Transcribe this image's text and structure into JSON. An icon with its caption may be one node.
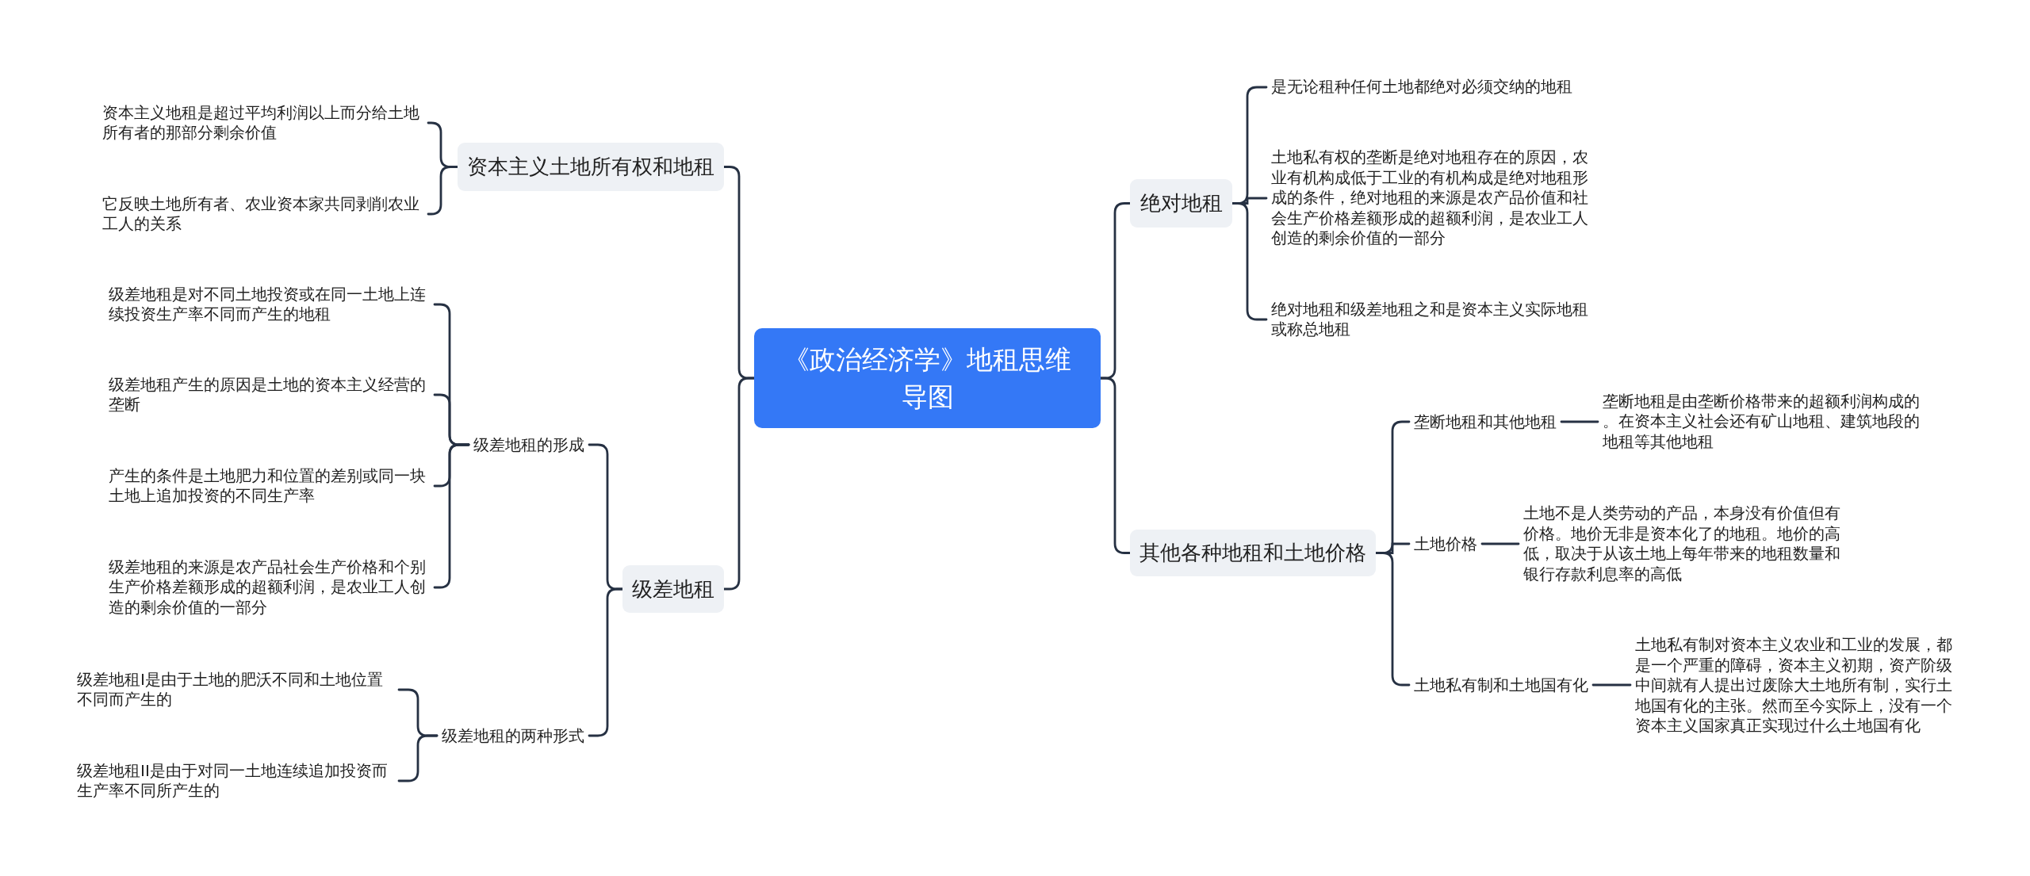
{
  "diagram": {
    "nodes": [
      {
        "text": [
          "《政治经济学》地租思维导图"
        ]
      },
      {
        "text": [
          "资本主义土地所有权和地租"
        ]
      },
      {
        "text": [
          "资本主义地租是超过平均利润以上而分给土地所有者的那部分剩余价值"
        ]
      },
      {
        "text": [
          "它反映土地所有者、农业资本家共同剥削农业工人的关系"
        ]
      },
      {
        "text": [
          "级差地租"
        ]
      },
      {
        "text": [
          "级差地租的形成"
        ]
      },
      {
        "text": [
          "级差地租是对不同土地投资或在同一土地上连续投资生产率不同而产生的地租"
        ]
      },
      {
        "text": [
          "级差地租产生的原因是土地的资本主义经营的垄断"
        ]
      },
      {
        "text": [
          "产生的条件是土地肥力和位置的差别或同一块土地上追加投资的不同生产率"
        ]
      },
      {
        "text": [
          "级差地租的来源是农产品社会生产价格和个别生产价格差额形成的超额利润，是农业工人创造的剩余价值的一部分"
        ]
      },
      {
        "text": [
          "级差地租的两种形式"
        ]
      },
      {
        "text": [
          "级差地租I是由于土地的肥沃不同和土地位置不同而产生的"
        ]
      },
      {
        "text": [
          "级差地租II是由于对同一土地连续追加投资而生产率不同所产生的"
        ]
      },
      {
        "text": [
          "绝对地租"
        ]
      },
      {
        "text": [
          "是无论租种任何土地都绝对必须交纳的地租"
        ]
      },
      {
        "text": [
          "土地私有权的垄断是绝对地租存在的原因，农业有机构成低于工业的有机构成是绝对地租形成的条件，绝对地租的来源是农产品价值和社会生产价格差额形成的超额利润，是农业工人创造的剩余价值的一部分"
        ]
      },
      {
        "text": [
          "绝对地租和级差地租之和是资本主义实际地租或称总地租"
        ]
      },
      {
        "text": [
          "其他各种地租和土地价格"
        ]
      },
      {
        "text": [
          "垄断地租和其他地租"
        ]
      },
      {
        "text": [
          "垄断地租是由垄断价格带来的超额利润构成的。在资本主义社会还有矿山地租、建筑地段的地租等其他地租"
        ]
      },
      {
        "text": [
          "土地价格"
        ]
      },
      {
        "text": [
          "土地不是人类劳动的产品，本身没有价值但有价格。地价无非是资本化了的地租。地价的高低，取决于从该土地上每年带来的地租数量和银行存款利息率的高低"
        ]
      },
      {
        "text": [
          "土地私有制和土地国有化"
        ]
      },
      {
        "text": [
          "土地私有制对资本主义农业和工业的发展，都是一个严重的障碍，资本主义初期，资产阶级中间就有人提出过废除大土地所有制，实行土地国有化的主张。然而至今实际上，没有一个资本主义国家真正实现过什么土地国有化"
        ]
      }
    ],
    "edges": [
      {
        "from": 0,
        "to": 1,
        "arrow": "none"
      },
      {
        "from": 1,
        "to": 2,
        "arrow": "none"
      },
      {
        "from": 1,
        "to": 3,
        "arrow": "none"
      },
      {
        "from": 0,
        "to": 4,
        "arrow": "none"
      },
      {
        "from": 4,
        "to": 5,
        "arrow": "none"
      },
      {
        "from": 5,
        "to": 6,
        "arrow": "none"
      },
      {
        "from": 5,
        "to": 7,
        "arrow": "none"
      },
      {
        "from": 5,
        "to": 8,
        "arrow": "none"
      },
      {
        "from": 5,
        "to": 9,
        "arrow": "none"
      },
      {
        "from": 4,
        "to": 10,
        "arrow": "none"
      },
      {
        "from": 10,
        "to": 11,
        "arrow": "none"
      },
      {
        "from": 10,
        "to": 12,
        "arrow": "none"
      },
      {
        "from": 0,
        "to": 13,
        "arrow": "none"
      },
      {
        "from": 13,
        "to": 14,
        "arrow": "none"
      },
      {
        "from": 13,
        "to": 15,
        "arrow": "none"
      },
      {
        "from": 13,
        "to": 16,
        "arrow": "none"
      },
      {
        "from": 0,
        "to": 17,
        "arrow": "none"
      },
      {
        "from": 17,
        "to": 18,
        "arrow": "none"
      },
      {
        "from": 18,
        "to": 19,
        "arrow": "none"
      },
      {
        "from": 17,
        "to": 20,
        "arrow": "none"
      },
      {
        "from": 20,
        "to": 21,
        "arrow": "none"
      },
      {
        "from": 17,
        "to": 22,
        "arrow": "none"
      },
      {
        "from": 22,
        "to": 23,
        "arrow": "none"
      }
    ]
  }
}
